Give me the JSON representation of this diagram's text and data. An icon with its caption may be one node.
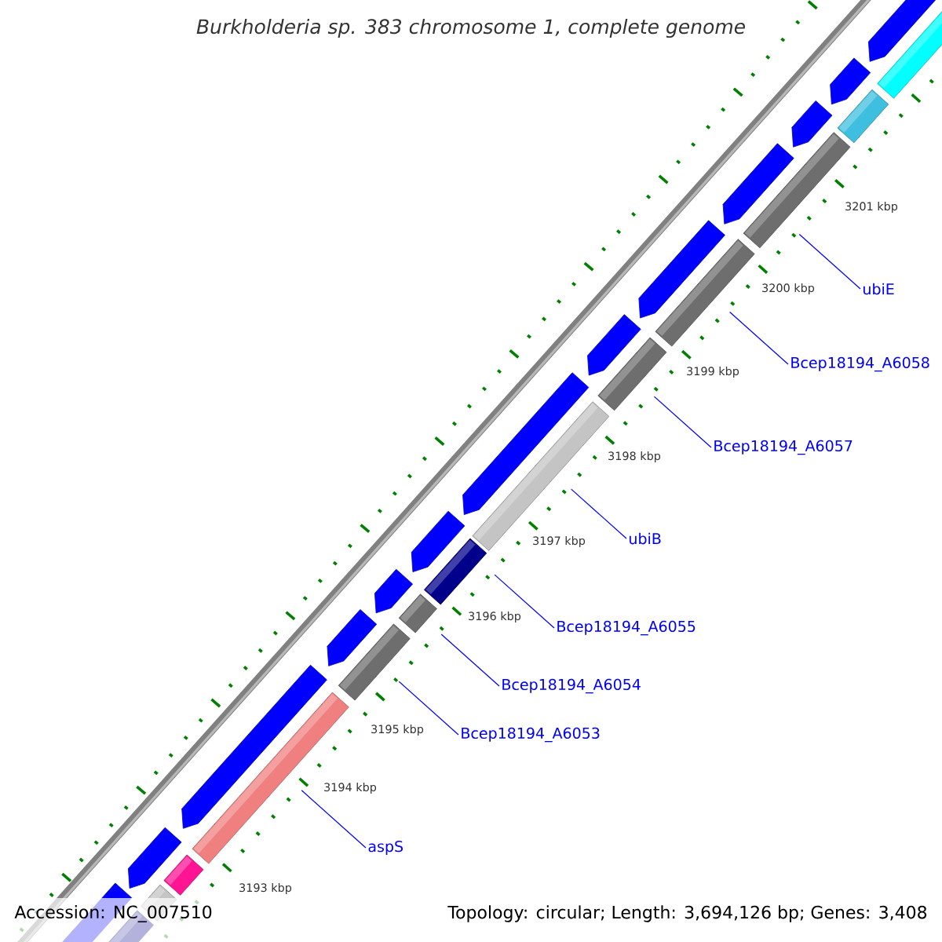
{
  "diagram": {
    "title": "Burkholderia sp. 383 chromosome 1, complete genome",
    "nodes": [
      {
        "text": [
          "ubiE"
        ]
      },
      {
        "text": [
          "Bcep18194_A6058"
        ]
      },
      {
        "text": [
          "Bcep18194_A6057"
        ]
      },
      {
        "text": [
          "ubiB"
        ]
      },
      {
        "text": [
          "Bcep18194_A6055"
        ]
      },
      {
        "text": [
          "Bcep18194_A6054"
        ]
      },
      {
        "text": [
          "Bcep18194_A6053"
        ]
      },
      {
        "text": [
          "aspS"
        ]
      }
    ],
    "edges": [
      {
        "from": 0,
        "to": null,
        "arrow": "none"
      },
      {
        "from": 1,
        "to": null,
        "arrow": "none"
      },
      {
        "from": 2,
        "to": null,
        "arrow": "none"
      },
      {
        "from": 3,
        "to": null,
        "arrow": "none"
      },
      {
        "from": 4,
        "to": null,
        "arrow": "none"
      },
      {
        "from": 5,
        "to": null,
        "arrow": "none"
      },
      {
        "from": 6,
        "to": null,
        "arrow": "none"
      },
      {
        "from": 7,
        "to": null,
        "arrow": "none"
      }
    ],
    "labels": [
      "3201 kbp",
      "3200 kbp",
      "3199 kbp",
      "3198 kbp",
      "3197 kbp",
      "3196 kbp",
      "3195 kbp",
      "3194 kbp",
      "3193 kbp",
      "Accession: NC_007510",
      "Topology: circular; Length: 3,694,126 bp; Genes: 3,408"
    ]
  }
}
